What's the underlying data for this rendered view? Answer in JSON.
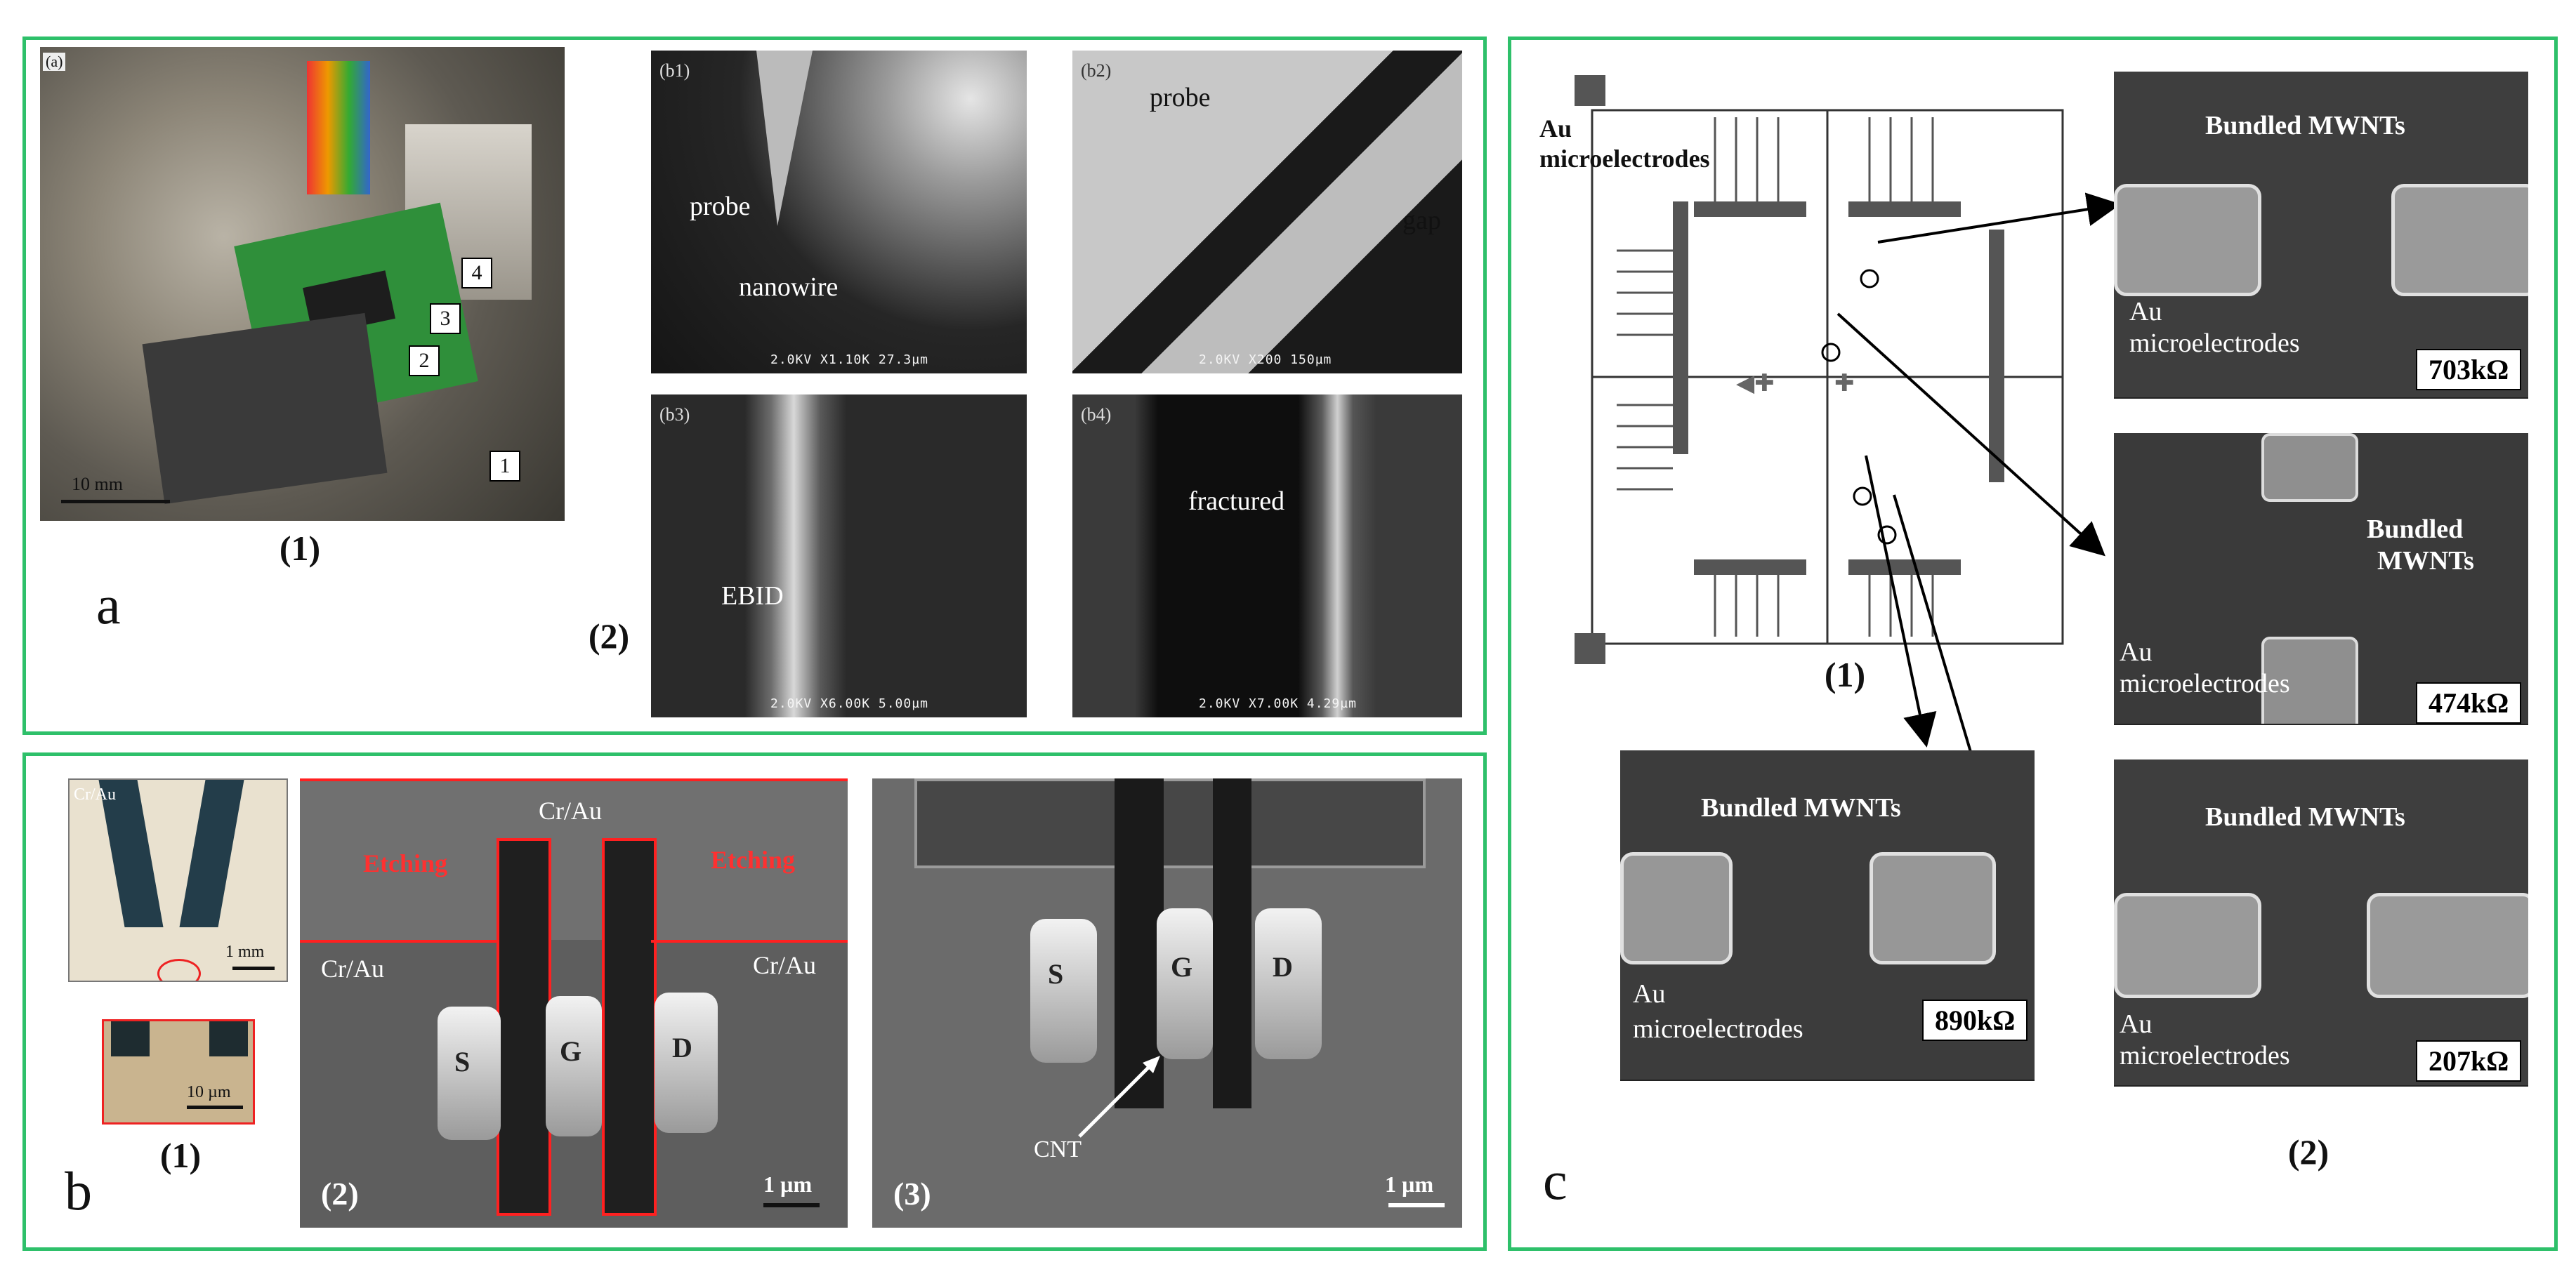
{
  "panel_a": {
    "letter": "a",
    "photo": {
      "tag": "(a)",
      "markers": [
        "4",
        "3",
        "2",
        "1"
      ],
      "scale": "10 mm"
    },
    "caption1": "(1)",
    "caption2": "(2)",
    "sem": [
      {
        "tag": "(b1)",
        "labels": [
          "probe",
          "nanowire"
        ],
        "footer": "2.0KV  X1.10K  27.3µm"
      },
      {
        "tag": "(b2)",
        "labels": [
          "probe",
          "gap"
        ],
        "footer": "2.0KV  X200  150µm"
      },
      {
        "tag": "(b3)",
        "labels": [
          "EBID"
        ],
        "footer": "2.0KV  X6.00K  5.00µm"
      },
      {
        "tag": "(b4)",
        "labels": [
          "fractured"
        ],
        "footer": "2.0KV  X7.00K  4.29µm"
      }
    ]
  },
  "panel_b": {
    "letter": "b",
    "img1": {
      "electrode": "Cr/Au",
      "scale_top": "1 mm",
      "scale_bottom": "10 µm",
      "caption": "(1)"
    },
    "img2": {
      "electrode_top": "Cr/Au",
      "etching_left": "Etching",
      "etching_right": "Etching",
      "electrode_left": "Cr/Au",
      "electrode_right": "Cr/Au",
      "s": "S",
      "g": "G",
      "d": "D",
      "caption": "(2)",
      "scale": "1 µm"
    },
    "img3": {
      "s": "S",
      "g": "G",
      "d": "D",
      "cnt": "CNT",
      "caption": "(3)",
      "scale": "1 µm"
    }
  },
  "panel_c": {
    "letter": "c",
    "layout": {
      "label_line1": "Au",
      "label_line2": "microelectrodes",
      "caption": "(1)"
    },
    "caption2": "(2)",
    "sem": [
      {
        "title": "Bundled MWNTs",
        "electrode1": "Au",
        "electrode2": "microelectrodes",
        "resistance": "703kΩ"
      },
      {
        "title": "Bundled",
        "title2": "MWNTs",
        "electrode1": "Au",
        "electrode2": "microelectrodes",
        "resistance": "474kΩ"
      },
      {
        "title": "Bundled MWNTs",
        "electrode1": "Au",
        "electrode2": "microelectrodes",
        "resistance": "890kΩ"
      },
      {
        "title": "Bundled MWNTs",
        "electrode1": "Au",
        "electrode2": "microelectrodes",
        "resistance": "207kΩ"
      }
    ]
  }
}
